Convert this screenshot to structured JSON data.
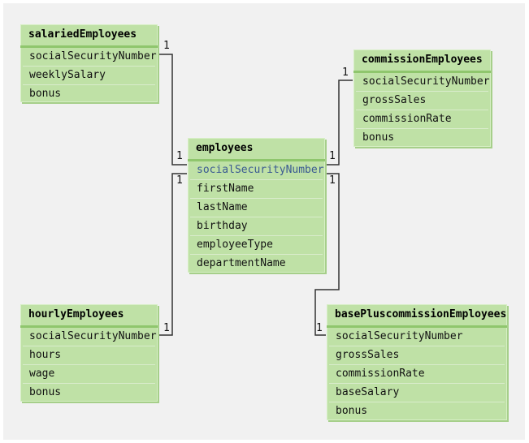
{
  "tables": {
    "salaried": {
      "title": "salariedEmployees",
      "fields": [
        "socialSecurityNumber",
        "weeklySalary",
        "bonus"
      ]
    },
    "commission": {
      "title": "commissionEmployees",
      "fields": [
        "socialSecurityNumber",
        "grossSales",
        "commissionRate",
        "bonus"
      ]
    },
    "employees": {
      "title": "employees",
      "fields": [
        "socialSecurityNumber",
        "firstName",
        "lastName",
        "birthday",
        "employeeType",
        "departmentName"
      ]
    },
    "hourly": {
      "title": "hourlyEmployees",
      "fields": [
        "socialSecurityNumber",
        "hours",
        "wage",
        "bonus"
      ]
    },
    "basePlus": {
      "title": "basePluscommissionEmployees",
      "fields": [
        "socialSecurityNumber",
        "grossSales",
        "commissionRate",
        "baseSalary",
        "bonus"
      ]
    }
  },
  "cardinalities": {
    "salaried_side": "1",
    "employees_salaried_side": "1",
    "commission_side": "1",
    "employees_commission_side": "1",
    "employees_hourly_side": "1",
    "hourly_side": "1",
    "employees_baseplus_side": "1",
    "baseplus_side": "1"
  },
  "colors": {
    "table_fill": "#bfe1a6",
    "title_rule": "#8fc66d",
    "key_field": "#3a5a92",
    "connector": "#333333"
  }
}
